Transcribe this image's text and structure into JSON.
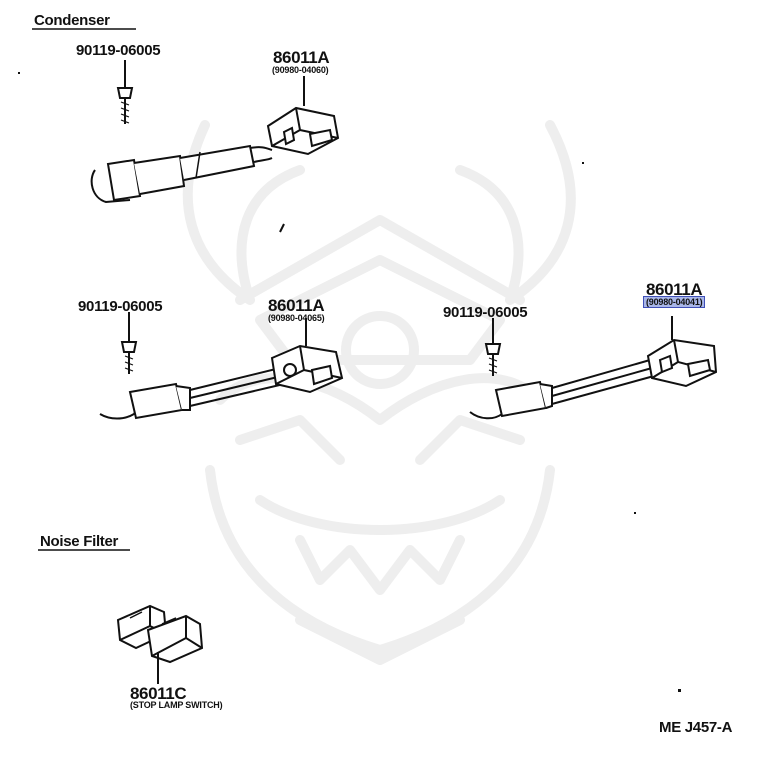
{
  "sections": {
    "condenser": "Condenser",
    "noise_filter": "Noise Filter"
  },
  "parts": {
    "top_bolt": "90119-06005",
    "top_harness": "86011A",
    "top_harness_sub": "(90980-04060)",
    "left_bolt": "90119-06005",
    "left_harness": "86011A",
    "left_harness_sub": "(90980-04065)",
    "right_bolt": "90119-06005",
    "right_harness": "86011A",
    "right_harness_sub": "(90980-04041)",
    "noise_filter_part": "86011C",
    "noise_filter_sub": "(STOP LAMP SWITCH)"
  },
  "diagram_code": "ME J457-A",
  "colors": {
    "highlight_fill": "#a9b6e8",
    "highlight_border": "#3f4fb8",
    "ink": "#111111",
    "watermark": "#eeeeee"
  },
  "icons": [
    "samurai-helmet-watermark",
    "bolt-icon",
    "connector-icon",
    "condenser-icon",
    "noise-filter-icon"
  ]
}
